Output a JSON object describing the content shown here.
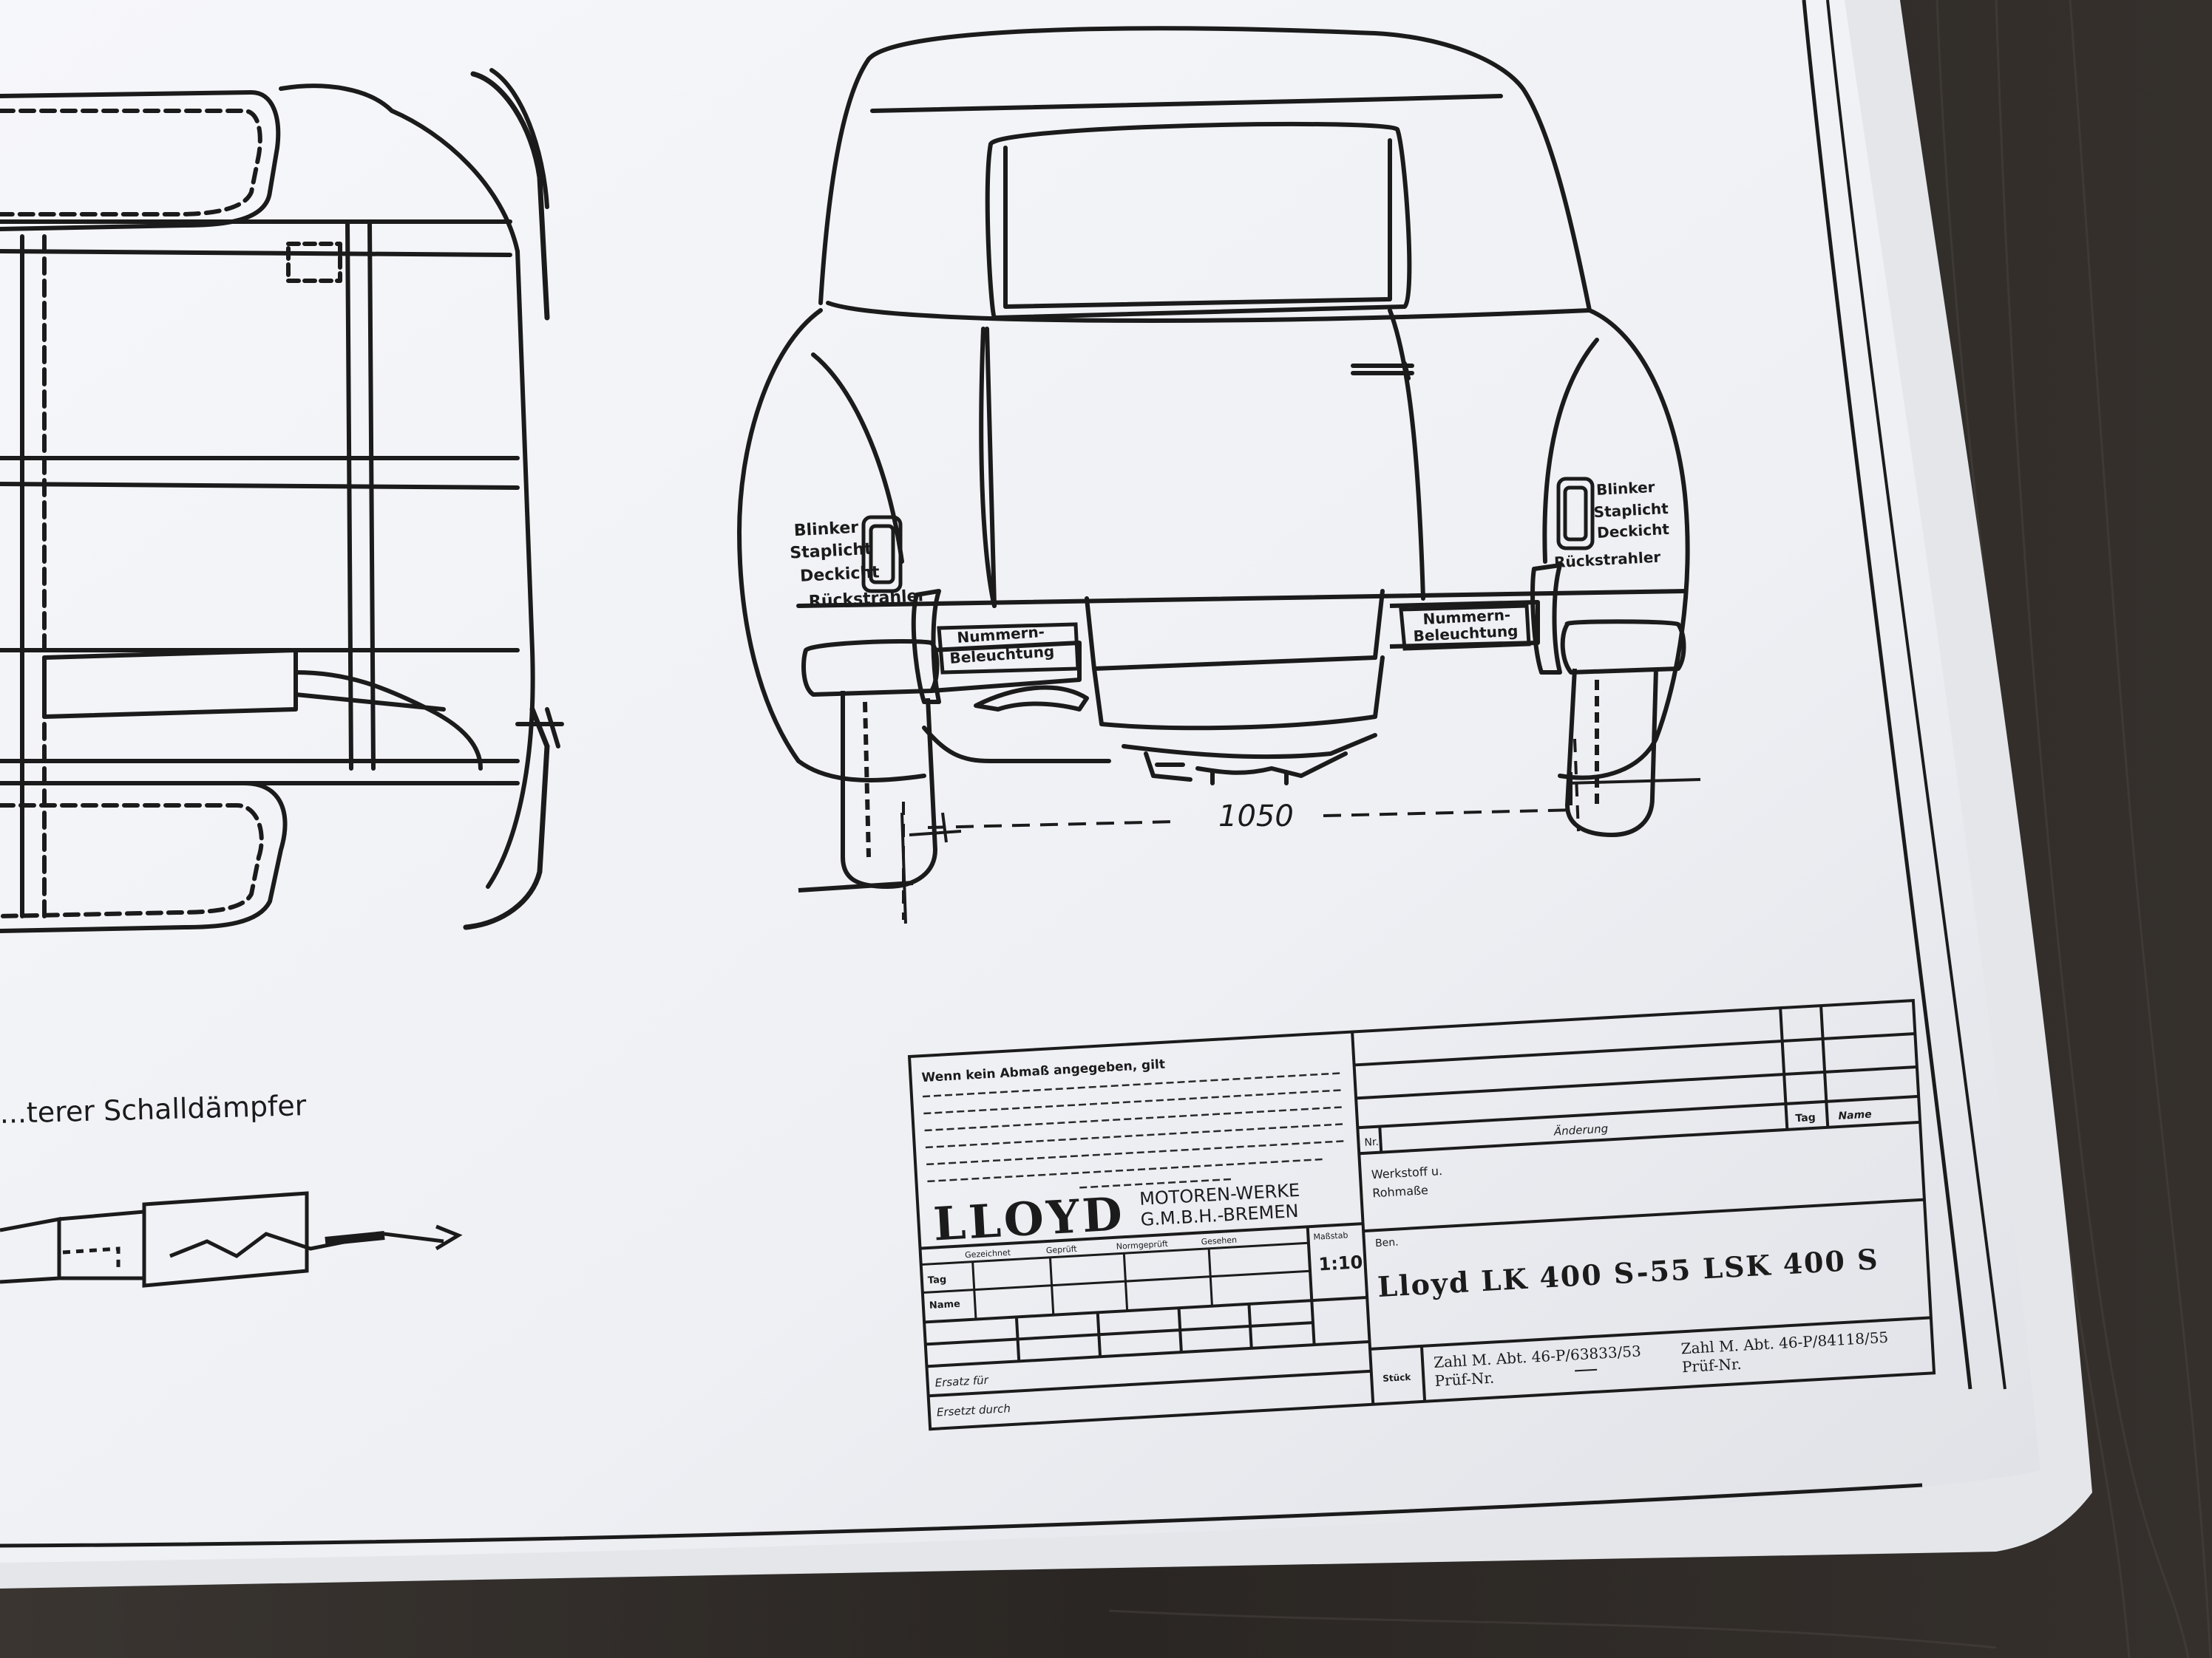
{
  "colors": {
    "table": "#2c2926",
    "paper": "#f4f5f8",
    "paper_shadow": "#d9dbe0",
    "ink": "#1b1b1b"
  },
  "labels": {
    "muffler": "...terer Schalldämpfer",
    "dimension": "1050",
    "left_lamp": [
      "Blinker",
      "Staplicht",
      "Deckicht",
      "Rückstrahler"
    ],
    "right_lamp": [
      "Blinker",
      "Staplicht",
      "Deckicht",
      "Rückstrahler"
    ],
    "plate_left": [
      "Nummern-",
      "Beleuchtung"
    ],
    "plate_right": [
      "Nummern-",
      "Beleuchtung"
    ]
  },
  "title_block": {
    "note_heading": "Wenn kein Abmaß angegeben, gilt",
    "logo": "LLOYD",
    "company_line1": "MOTOREN-WERKE",
    "company_line2": "G.M.B.H.-BREMEN",
    "scale_label": "Maßstab",
    "scale": "1:10",
    "col_headers": [
      "Gezeichnet",
      "Geprüft",
      "Normgeprüft",
      "Gesehen"
    ],
    "row_label_tag": "Tag",
    "row_label_name": "Name",
    "ersatz_fuer": "Ersatz für",
    "ersetzt_durch": "Ersetzt durch",
    "nr_label": "Nr.",
    "aenderung_label": "Änderung",
    "tag_label": "Tag",
    "name_label": "Name",
    "werkstoff_label_1": "Werkstoff u.",
    "werkstoff_label_2": "Rohmaße",
    "benennung_label": "Ben.",
    "drawing_title": "Lloyd LK 400 S-55 LSK 400 S",
    "stamp_label": "Stück",
    "approval_1_line1": "Zahl M. Abt. 46-P/63833/53",
    "approval_1_line2": "Prüf-Nr.",
    "approval_2_line1": "Zahl M. Abt. 46-P/84118/55",
    "approval_2_line2": "Prüf-Nr."
  }
}
